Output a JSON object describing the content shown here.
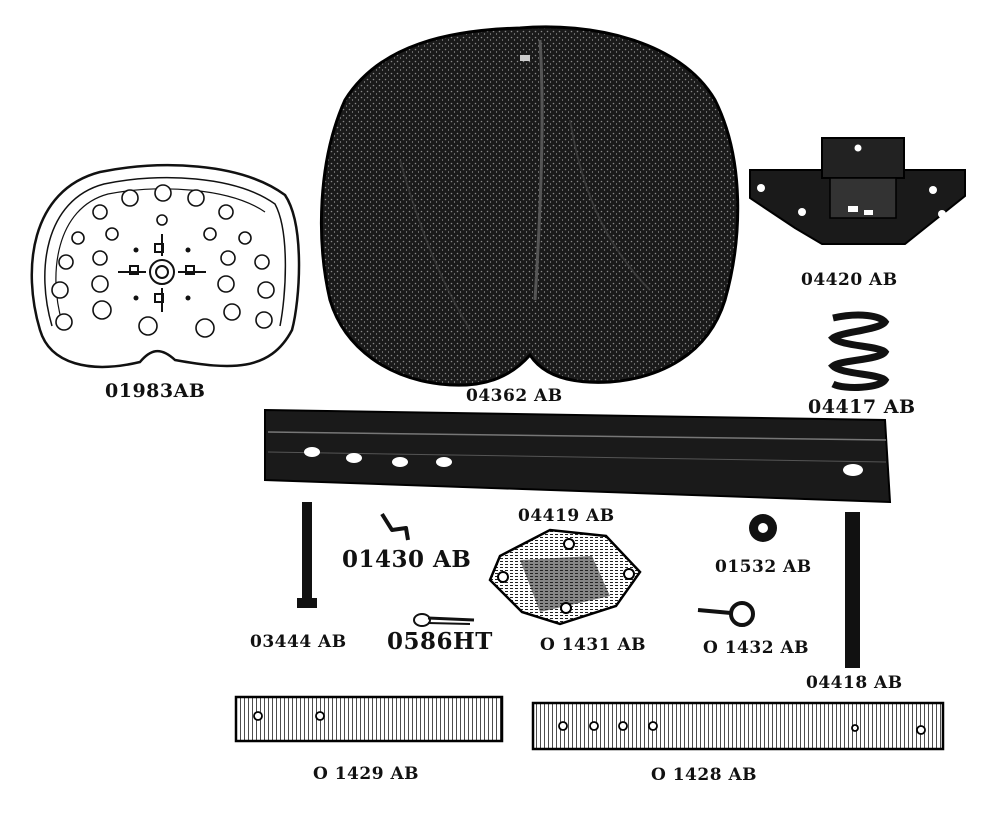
{
  "colors": {
    "ink": "#111111",
    "paper": "#ffffff"
  },
  "parts": [
    {
      "id": "01983AB",
      "label": "01983AB",
      "icon": "perforated-seat-pan-icon"
    },
    {
      "id": "04362AB",
      "label": "04362 AB",
      "icon": "padded-seat-cushion-icon"
    },
    {
      "id": "04420AB",
      "label": "04420 AB",
      "icon": "seat-bracket-icon"
    },
    {
      "id": "04417AB",
      "label": "04417 AB",
      "icon": "coil-spring-icon"
    },
    {
      "id": "04419AB",
      "label": "04419 AB",
      "icon": "channel-bar-icon"
    },
    {
      "id": "01430AB",
      "label": "01430 AB",
      "icon": "hook-clip-icon"
    },
    {
      "id": "01532AB",
      "label": "01532 AB",
      "icon": "washer-icon"
    },
    {
      "id": "03444AB",
      "label": "03444 AB",
      "icon": "bolt-icon"
    },
    {
      "id": "0586HT",
      "label": "0586HT",
      "icon": "cotter-pin-icon"
    },
    {
      "id": "01431AB",
      "label": "O 1431 AB",
      "icon": "mounting-plate-icon"
    },
    {
      "id": "01432AB",
      "label": "O 1432 AB",
      "icon": "eye-bolt-icon"
    },
    {
      "id": "04418AB",
      "label": "04418 AB",
      "icon": "rod-icon"
    },
    {
      "id": "01429AB",
      "label": "O 1429 AB",
      "icon": "short-flat-bar-icon"
    },
    {
      "id": "01428AB",
      "label": "O 1428 AB",
      "icon": "long-flat-bar-icon"
    }
  ]
}
